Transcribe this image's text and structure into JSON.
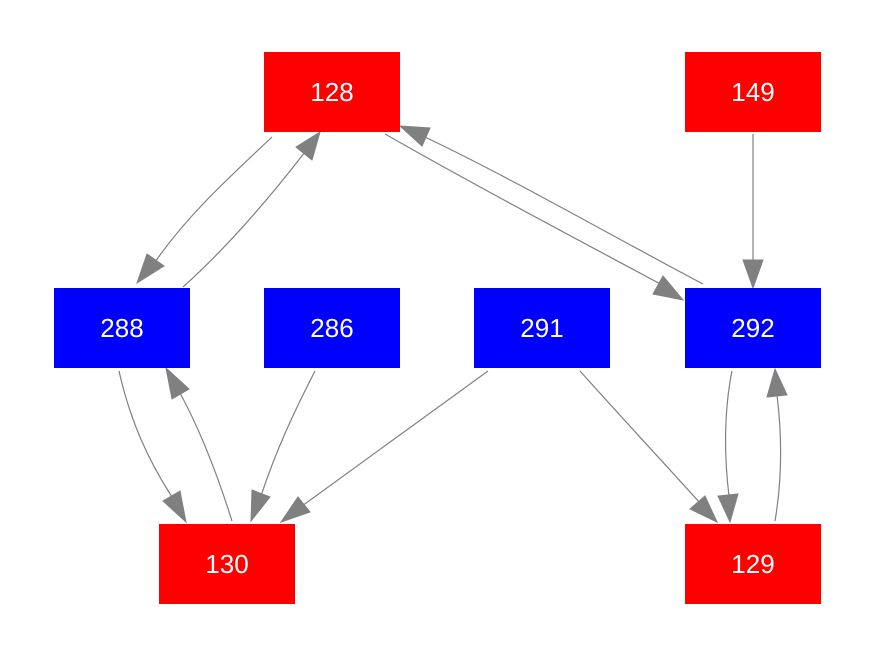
{
  "colors": {
    "red_node": "#ff0000",
    "blue_node": "#0000ff",
    "edge": "#808080",
    "label": "#ffffff",
    "background": "#ffffff"
  },
  "nodes": [
    {
      "id": "128",
      "label": "128",
      "color": "red"
    },
    {
      "id": "149",
      "label": "149",
      "color": "red"
    },
    {
      "id": "288",
      "label": "288",
      "color": "blue"
    },
    {
      "id": "286",
      "label": "286",
      "color": "blue"
    },
    {
      "id": "291",
      "label": "291",
      "color": "blue"
    },
    {
      "id": "292",
      "label": "292",
      "color": "blue"
    },
    {
      "id": "130",
      "label": "130",
      "color": "red"
    },
    {
      "id": "129",
      "label": "129",
      "color": "red"
    }
  ],
  "edges": [
    {
      "from": "128",
      "to": "288"
    },
    {
      "from": "288",
      "to": "128"
    },
    {
      "from": "128",
      "to": "292"
    },
    {
      "from": "292",
      "to": "128"
    },
    {
      "from": "149",
      "to": "292"
    },
    {
      "from": "288",
      "to": "130"
    },
    {
      "from": "130",
      "to": "288"
    },
    {
      "from": "286",
      "to": "130"
    },
    {
      "from": "291",
      "to": "130"
    },
    {
      "from": "291",
      "to": "129"
    },
    {
      "from": "292",
      "to": "129"
    },
    {
      "from": "129",
      "to": "292"
    }
  ]
}
